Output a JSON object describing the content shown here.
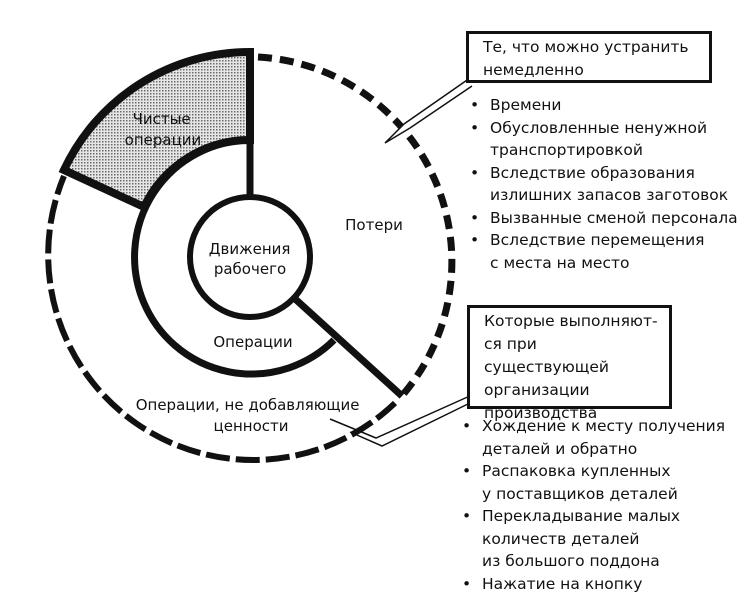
{
  "diagram": {
    "center_label": [
      "Движения",
      "рабочего"
    ],
    "pure_operations_label": [
      "Чистые",
      "операции"
    ],
    "operations_label": "Операции",
    "losses_label": "Потери",
    "non_value_label": [
      "Операции, не добавляющие",
      "ценности"
    ]
  },
  "callout_losses": {
    "title": [
      "Те, что можно устранить",
      "немедленно"
    ],
    "items": [
      [
        "Времени"
      ],
      [
        "Обусловленные ненужной",
        "транспортировкой"
      ],
      [
        "Вследствие образования",
        "излишних запасов заготовок"
      ],
      [
        "Вызванные сменой персонала"
      ],
      [
        "Вследствие перемещения",
        "с места на место"
      ]
    ]
  },
  "callout_non_value": {
    "title": [
      "Которые выполняют-",
      "ся при существующей",
      "организации",
      "производства"
    ],
    "items": [
      [
        "Хождение к месту получения",
        "деталей и обратно"
      ],
      [
        "Распаковка купленных",
        "у поставщиков деталей"
      ],
      [
        "Перекладывание малых",
        "количеств деталей",
        "из большого поддона"
      ],
      [
        "Нажатие на кнопку"
      ]
    ]
  },
  "colors": {
    "ink": "#111111",
    "background": "#ffffff",
    "hatch": "#9a9a9a"
  }
}
